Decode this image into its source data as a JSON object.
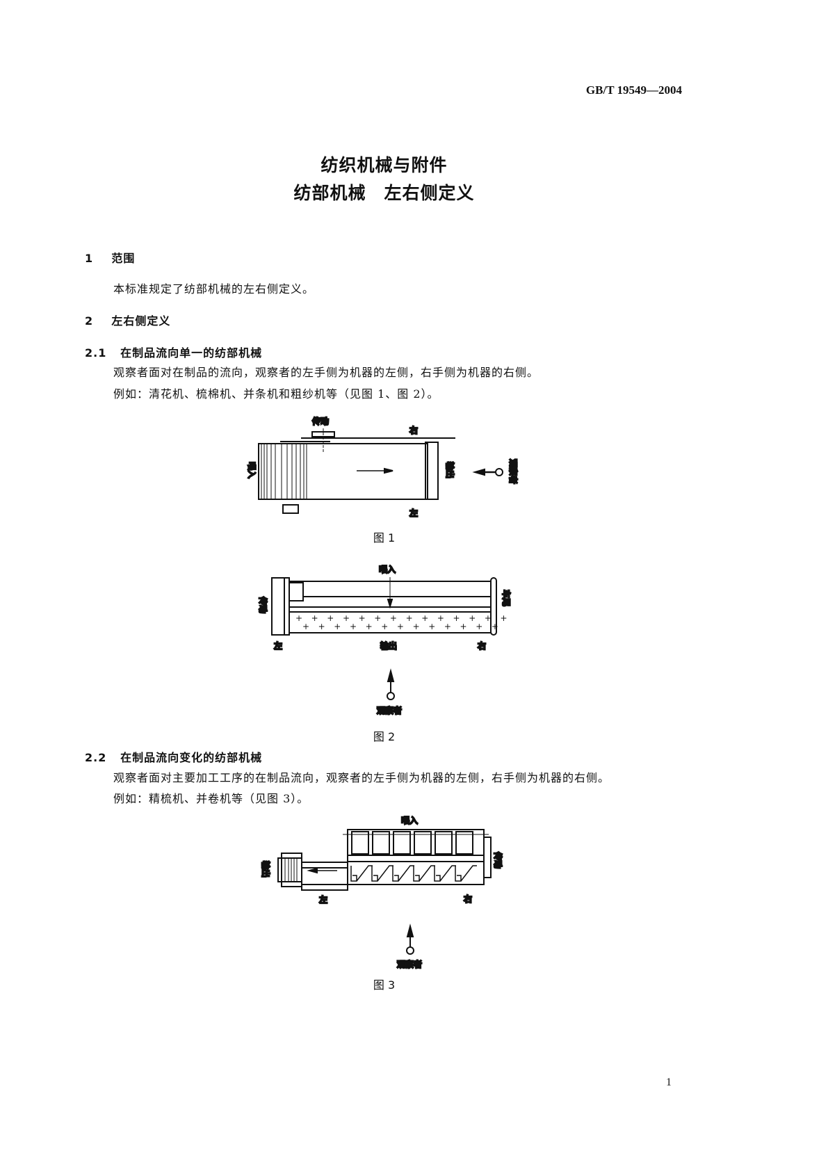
{
  "header": {
    "standard_no": "GB/T 19549—2004"
  },
  "title": {
    "line1": "纺织机械与附件",
    "line2": "纺部机械　左右侧定义"
  },
  "sections": [
    {
      "num": "1",
      "title": "范围",
      "paragraphs": [
        "本标准规定了纺部机械的左右侧定义。"
      ]
    },
    {
      "num": "2",
      "title": "左右侧定义"
    }
  ],
  "subsections": [
    {
      "num": "2.1",
      "title": "在制品流向单一的纺部机械",
      "paragraphs": [
        "观察者面对在制品的流向，观察者的左手侧为机器的左侧，右手侧为机器的右侧。",
        "例如：清花机、梳棉机、并条机和粗纱机等（见图 1、图 2）。"
      ]
    },
    {
      "num": "2.2",
      "title": "在制品流向变化的纺部机械",
      "paragraphs": [
        "观察者面对主要加工工序的在制品流向，观察者的左手侧为机器的左侧，右手侧为机器的右侧。",
        "例如：精梳机、并卷机等（见图 3）。"
      ]
    }
  ],
  "figures": [
    {
      "caption": "图 1",
      "labels": {
        "drive": "传动",
        "right": "右",
        "left": "左",
        "feed": "喂入",
        "output": "输出",
        "observer": "观察者"
      }
    },
    {
      "caption": "图 2",
      "labels": {
        "drive": "传动",
        "right": "右",
        "left": "左",
        "feed": "喂入",
        "output": "输出",
        "tail": "车尾",
        "observer": "观察者"
      }
    },
    {
      "caption": "图 3",
      "labels": {
        "drive": "传动",
        "right": "右",
        "left": "左",
        "feed": "喂入",
        "output": "输出",
        "observer": "观察者"
      }
    }
  ],
  "footer": {
    "page_number": "1"
  }
}
